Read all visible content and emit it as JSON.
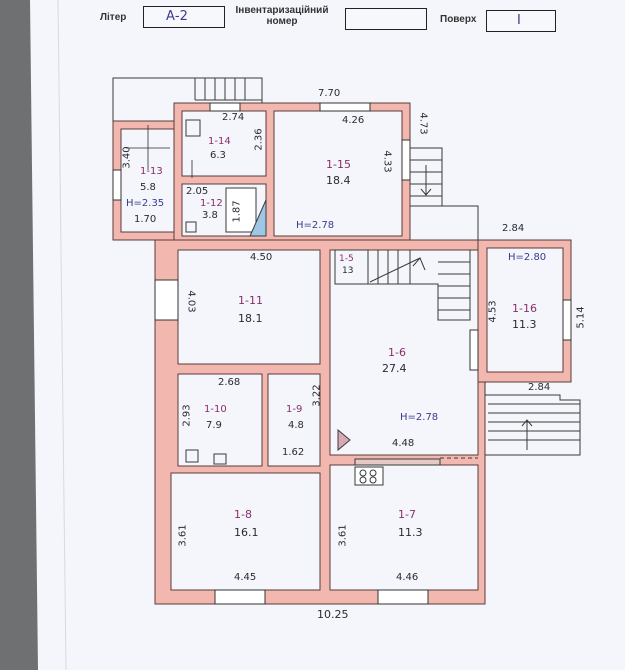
{
  "header": {
    "liter_label": "Літер",
    "liter_value": "А-2",
    "inventory_label_line1": "Інвентаризаційний",
    "inventory_label_line2": "номер",
    "inventory_value": "",
    "floor_label": "Поверх",
    "floor_value": "I"
  },
  "dimensions": {
    "top_overall": "7.70",
    "bottom_overall": "10.25",
    "right_top": "4.73",
    "right_side": "5.14",
    "annex_top": "2.84",
    "annex_bottom": "2.84"
  },
  "rooms": [
    {
      "id": "1-13",
      "area": "5.8",
      "height": "H=2.35",
      "w": "1.70",
      "h": "3.40"
    },
    {
      "id": "1-14",
      "area": "6.3",
      "w": "2.74",
      "h": "2.36"
    },
    {
      "id": "1-12",
      "area": "3.8",
      "w": "2.05",
      "h": "1.87"
    },
    {
      "id": "1-15",
      "area": "18.4",
      "w": "4.26",
      "h": "4.33",
      "height": "H=2.78"
    },
    {
      "id": "1-5",
      "area": "13"
    },
    {
      "id": "1-16",
      "area": "11.3",
      "height": "H=2.80",
      "h": "4.53"
    },
    {
      "id": "1-11",
      "area": "18.1",
      "w": "4.50",
      "h": "4.03"
    },
    {
      "id": "1-6",
      "area": "27.4",
      "height": "H=2.78",
      "w": "4.48"
    },
    {
      "id": "1-10",
      "area": "7.9",
      "w": "2.68",
      "h": "2.93"
    },
    {
      "id": "1-9",
      "area": "4.8",
      "w": "1.62",
      "h": "3.22"
    },
    {
      "id": "1-8",
      "area": "16.1",
      "w": "4.45",
      "h": "3.61"
    },
    {
      "id": "1-7",
      "area": "11.3",
      "w": "4.46",
      "h": "3.61"
    }
  ],
  "colors": {
    "wall_fill": "#f2b8b0",
    "wall_stroke": "#5a3a3a",
    "paper": "#f4f6fb",
    "ink": "#2a2a35"
  }
}
